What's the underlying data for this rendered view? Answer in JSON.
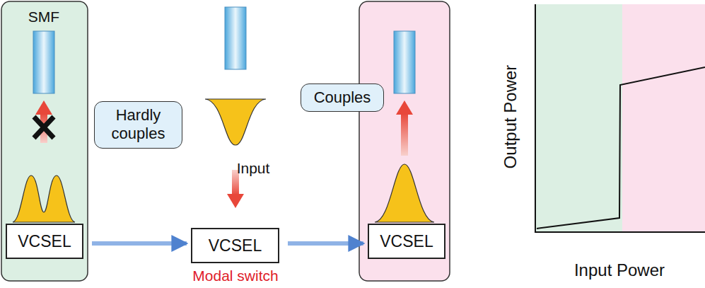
{
  "diagram": {
    "nodes": [
      {
        "text": [
          "Hardly couples"
        ]
      },
      {
        "text": [
          "VCSEL"
        ]
      },
      {
        "text": [
          "VCSEL"
        ]
      },
      {
        "text": [
          "Couples"
        ]
      },
      {
        "text": [
          "VCSEL"
        ]
      }
    ],
    "edges": [
      {
        "from": 1,
        "to": 2,
        "arrow": "to"
      },
      {
        "from": 2,
        "to": 4,
        "arrow": "to"
      }
    ],
    "labels": [
      "SMF",
      "Input",
      "Modal switch",
      "Output Power",
      "Input Power"
    ]
  }
}
